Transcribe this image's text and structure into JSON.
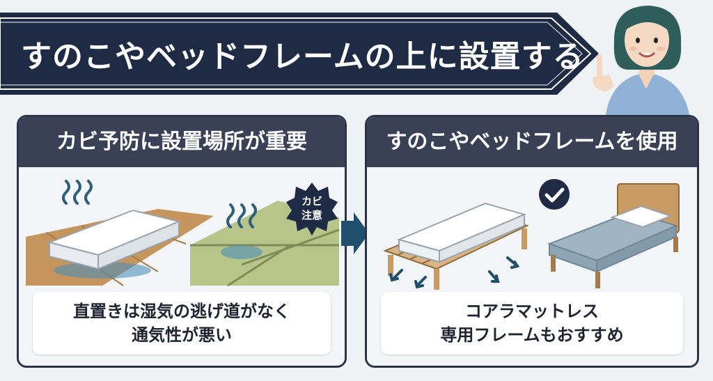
{
  "banner": {
    "title": "すのこやベッドフレームの上に設置する"
  },
  "left_panel": {
    "header": "カビ予防に設置場所が重要",
    "warning_badge": {
      "line1": "カビ",
      "line2": "注意"
    },
    "caption": {
      "line1": "直置きは湿気の逃げ道がなく",
      "line2": "通気性が悪い"
    }
  },
  "right_panel": {
    "header": "すのこやベッドフレームを使用",
    "caption": {
      "line1": "コアラマットレス",
      "line2": "専用フレームもおすすめ"
    }
  },
  "icons": [
    "humidity-icon",
    "warning-badge-icon",
    "arrow-right-icon",
    "check-icon",
    "airflow-arrow-icon"
  ],
  "colors": {
    "navy": "#1f2a44",
    "header": "#3a4056",
    "teal": "#2c5f7a",
    "arrow": "#1f4f6b"
  }
}
